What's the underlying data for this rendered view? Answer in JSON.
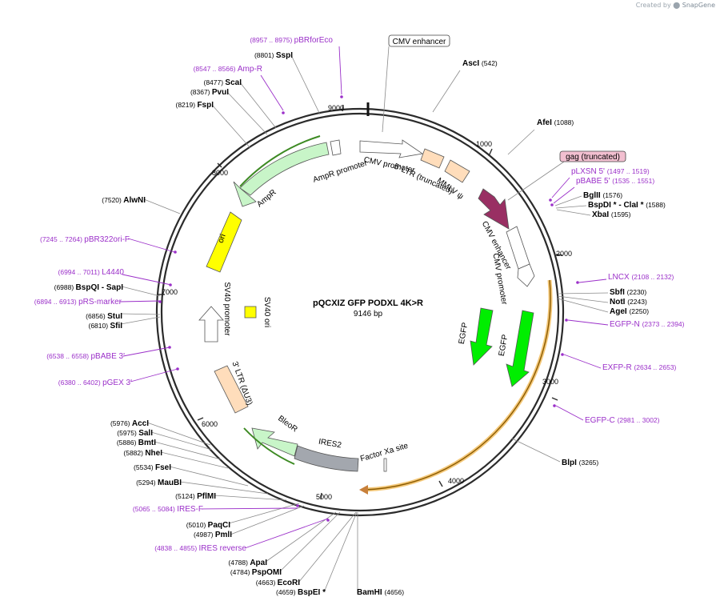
{
  "credit": {
    "prefix": "Created by",
    "brand": "SnapGene"
  },
  "plasmid": {
    "name": "pQCXIZ GFP PODXL 4K>R",
    "size": "9146 bp"
  },
  "ticks": [
    "1000",
    "2000",
    "3000",
    "4000",
    "5000",
    "6000",
    "7000",
    "8000",
    "9000"
  ],
  "sites": [
    {
      "name": "AscI",
      "pos": "(542)"
    },
    {
      "name": "AfeI",
      "pos": "(1088)"
    },
    {
      "name": "BglII",
      "pos": "(1576)"
    },
    {
      "name": "BspDI * - ClaI *",
      "pos": "(1588)"
    },
    {
      "name": "XbaI",
      "pos": "(1595)"
    },
    {
      "name": "SbfI",
      "pos": "(2230)"
    },
    {
      "name": "NotI",
      "pos": "(2243)"
    },
    {
      "name": "AgeI",
      "pos": "(2250)"
    },
    {
      "name": "BlpI",
      "pos": "(3265)"
    },
    {
      "name": "BamHI",
      "pos": "(4656)"
    },
    {
      "name": "BspEI *",
      "pos": "(4659)"
    },
    {
      "name": "EcoRI",
      "pos": "(4663)"
    },
    {
      "name": "PspOMI",
      "pos": "(4784)"
    },
    {
      "name": "ApaI",
      "pos": "(4788)"
    },
    {
      "name": "PmlI",
      "pos": "(4987)"
    },
    {
      "name": "PaqCI",
      "pos": "(5010)"
    },
    {
      "name": "PflMI",
      "pos": "(5124)"
    },
    {
      "name": "MauBI",
      "pos": "(5294)"
    },
    {
      "name": "FseI",
      "pos": "(5534)"
    },
    {
      "name": "NheI",
      "pos": "(5882)"
    },
    {
      "name": "BmtI",
      "pos": "(5886)"
    },
    {
      "name": "SalI",
      "pos": "(5975)"
    },
    {
      "name": "AccI",
      "pos": "(5976)"
    },
    {
      "name": "SfiI",
      "pos": "(6810)"
    },
    {
      "name": "StuI",
      "pos": "(6856)"
    },
    {
      "name": "BspQI - SapI",
      "pos": "(6988)"
    },
    {
      "name": "AlwNI",
      "pos": "(7520)"
    },
    {
      "name": "FspI",
      "pos": "(8219)"
    },
    {
      "name": "PvuI",
      "pos": "(8367)"
    },
    {
      "name": "ScaI",
      "pos": "(8477)"
    },
    {
      "name": "SspI",
      "pos": "(8801)"
    }
  ],
  "primers": [
    {
      "name": "pBRforEco",
      "range": "(8957 .. 8975)"
    },
    {
      "name": "Amp-R",
      "range": "(8547 .. 8566)"
    },
    {
      "name": "pLXSN 5'",
      "range": "(1497 .. 1519)"
    },
    {
      "name": "pBABE 5'",
      "range": "(1535 .. 1551)"
    },
    {
      "name": "LNCX",
      "range": "(2108 .. 2132)"
    },
    {
      "name": "EGFP-N",
      "range": "(2373 .. 2394)"
    },
    {
      "name": "EXFP-R",
      "range": "(2634 .. 2653)"
    },
    {
      "name": "EGFP-C",
      "range": "(2981 .. 3002)"
    },
    {
      "name": "IRES-F",
      "range": "(5065 .. 5084)"
    },
    {
      "name": "IRES reverse",
      "range": "(4838 .. 4855)"
    },
    {
      "name": "pBR322ori-F",
      "range": "(7245 .. 7264)"
    },
    {
      "name": "L4440",
      "range": "(6994 .. 7011)"
    },
    {
      "name": "pRS-marker",
      "range": "(6894 .. 6913)"
    },
    {
      "name": "pBABE 3'",
      "range": "(6538 .. 6558)"
    },
    {
      "name": "pGEX 3'",
      "range": "(6380 .. 6402)"
    }
  ],
  "boxed": [
    {
      "name": "CMV enhancer"
    },
    {
      "name": "gag (truncated)"
    }
  ],
  "features": [
    {
      "name": "CMV promoter"
    },
    {
      "name": "5' LTR (truncated)"
    },
    {
      "name": "MMLV ψ"
    },
    {
      "name": "CMV enhancer"
    },
    {
      "name": "CMV promoter"
    },
    {
      "name": "EGFP"
    },
    {
      "name": "EGFP"
    },
    {
      "name": "Factor Xa site"
    },
    {
      "name": "IRES2"
    },
    {
      "name": "BleoR"
    },
    {
      "name": "3' LTR (ΔU3)"
    },
    {
      "name": "SV40 promoter"
    },
    {
      "name": "SV40 ori"
    },
    {
      "name": "ori"
    },
    {
      "name": "AmpR"
    },
    {
      "name": "AmpR promoter"
    }
  ],
  "colors": {
    "backbone": "#2b2b2b",
    "primer": "#9b30c9",
    "site_text": "#000000",
    "ampr": "#c8f5c8",
    "ori": "#ffff00",
    "egfp": "#00ee00",
    "gag": "#992f63",
    "ltr": "#ffddbb",
    "ires": "#a3a7ae",
    "orf_outline": "#f0b040",
    "box_fill": "#f2bfd0"
  }
}
